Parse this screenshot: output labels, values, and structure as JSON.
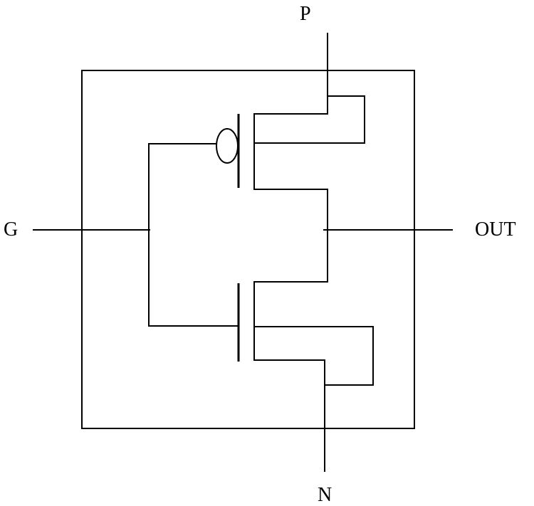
{
  "diagram": {
    "terminals": {
      "p": "P",
      "n": "N",
      "g": "G",
      "out": "OUT"
    },
    "colors": {
      "line": "#000000",
      "background": "#ffffff"
    }
  }
}
